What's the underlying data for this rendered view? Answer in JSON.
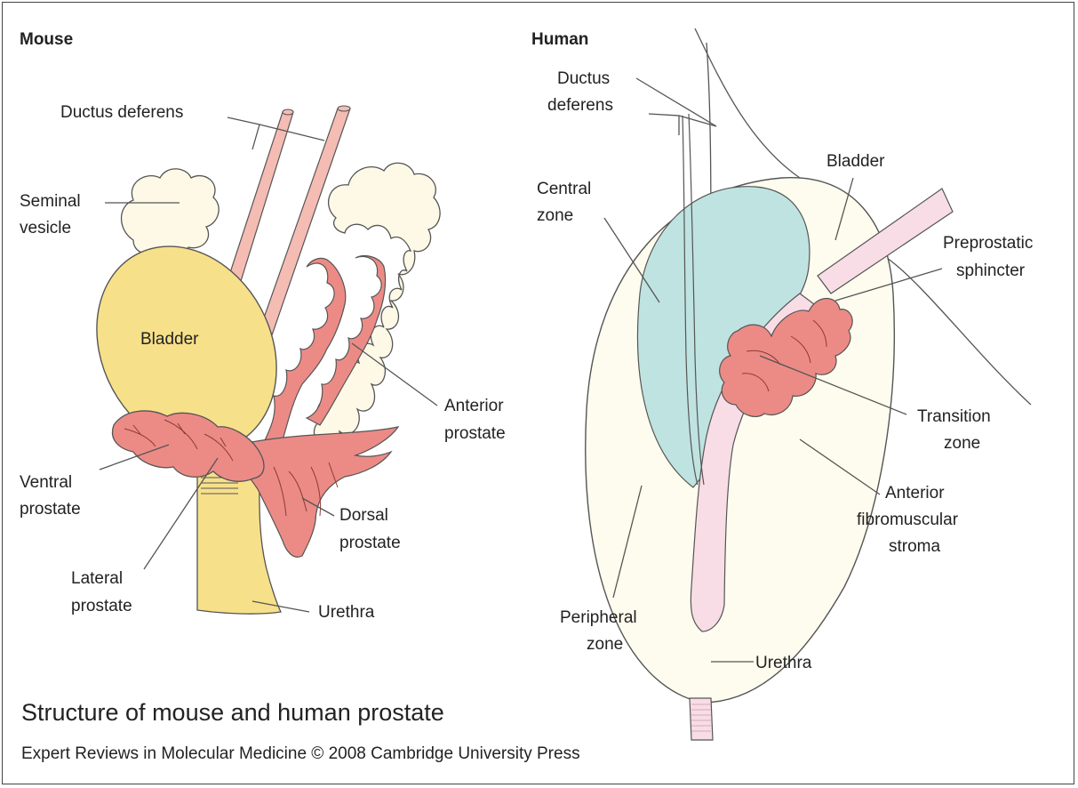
{
  "headings": {
    "mouse": "Mouse",
    "human": "Human"
  },
  "mouse_labels": {
    "ductus_deferens": "Ductus deferens",
    "seminal_vesicle_l1": "Seminal",
    "seminal_vesicle_l2": "vesicle",
    "bladder": "Bladder",
    "anterior_prostate_l1": "Anterior",
    "anterior_prostate_l2": "prostate",
    "ventral_prostate_l1": "Ventral",
    "ventral_prostate_l2": "prostate",
    "dorsal_prostate_l1": "Dorsal",
    "dorsal_prostate_l2": "prostate",
    "lateral_prostate_l1": "Lateral",
    "lateral_prostate_l2": "prostate",
    "urethra": "Urethra"
  },
  "human_labels": {
    "ductus_deferens_l1": "Ductus",
    "ductus_deferens_l2": "deferens",
    "bladder": "Bladder",
    "central_zone_l1": "Central",
    "central_zone_l2": "zone",
    "preprostatic_sphincter_l1": "Preprostatic",
    "preprostatic_sphincter_l2": "sphincter",
    "transition_zone_l1": "Transition",
    "transition_zone_l2": "zone",
    "anterior_fibromuscular_stroma_l1": "Anterior",
    "anterior_fibromuscular_stroma_l2": "fibromuscular",
    "anterior_fibromuscular_stroma_l3": "stroma",
    "peripheral_zone_l1": "Peripheral",
    "peripheral_zone_l2": "zone",
    "urethra": "Urethra"
  },
  "caption": {
    "title": "Structure of mouse and human prostate",
    "credit": "Expert Reviews in Molecular Medicine © 2008 Cambridge University Press"
  },
  "colors": {
    "bladder_yellow": "#f7e08a",
    "prostate_red": "#ec8b86",
    "vesicle_cream": "#fdf9e6",
    "duct_pink": "#f5bcb4",
    "central_zone_teal": "#bfe3e0",
    "urethra_pink": "#f8dde6",
    "prostate_cream": "#fdfcee",
    "line": "#555555"
  }
}
